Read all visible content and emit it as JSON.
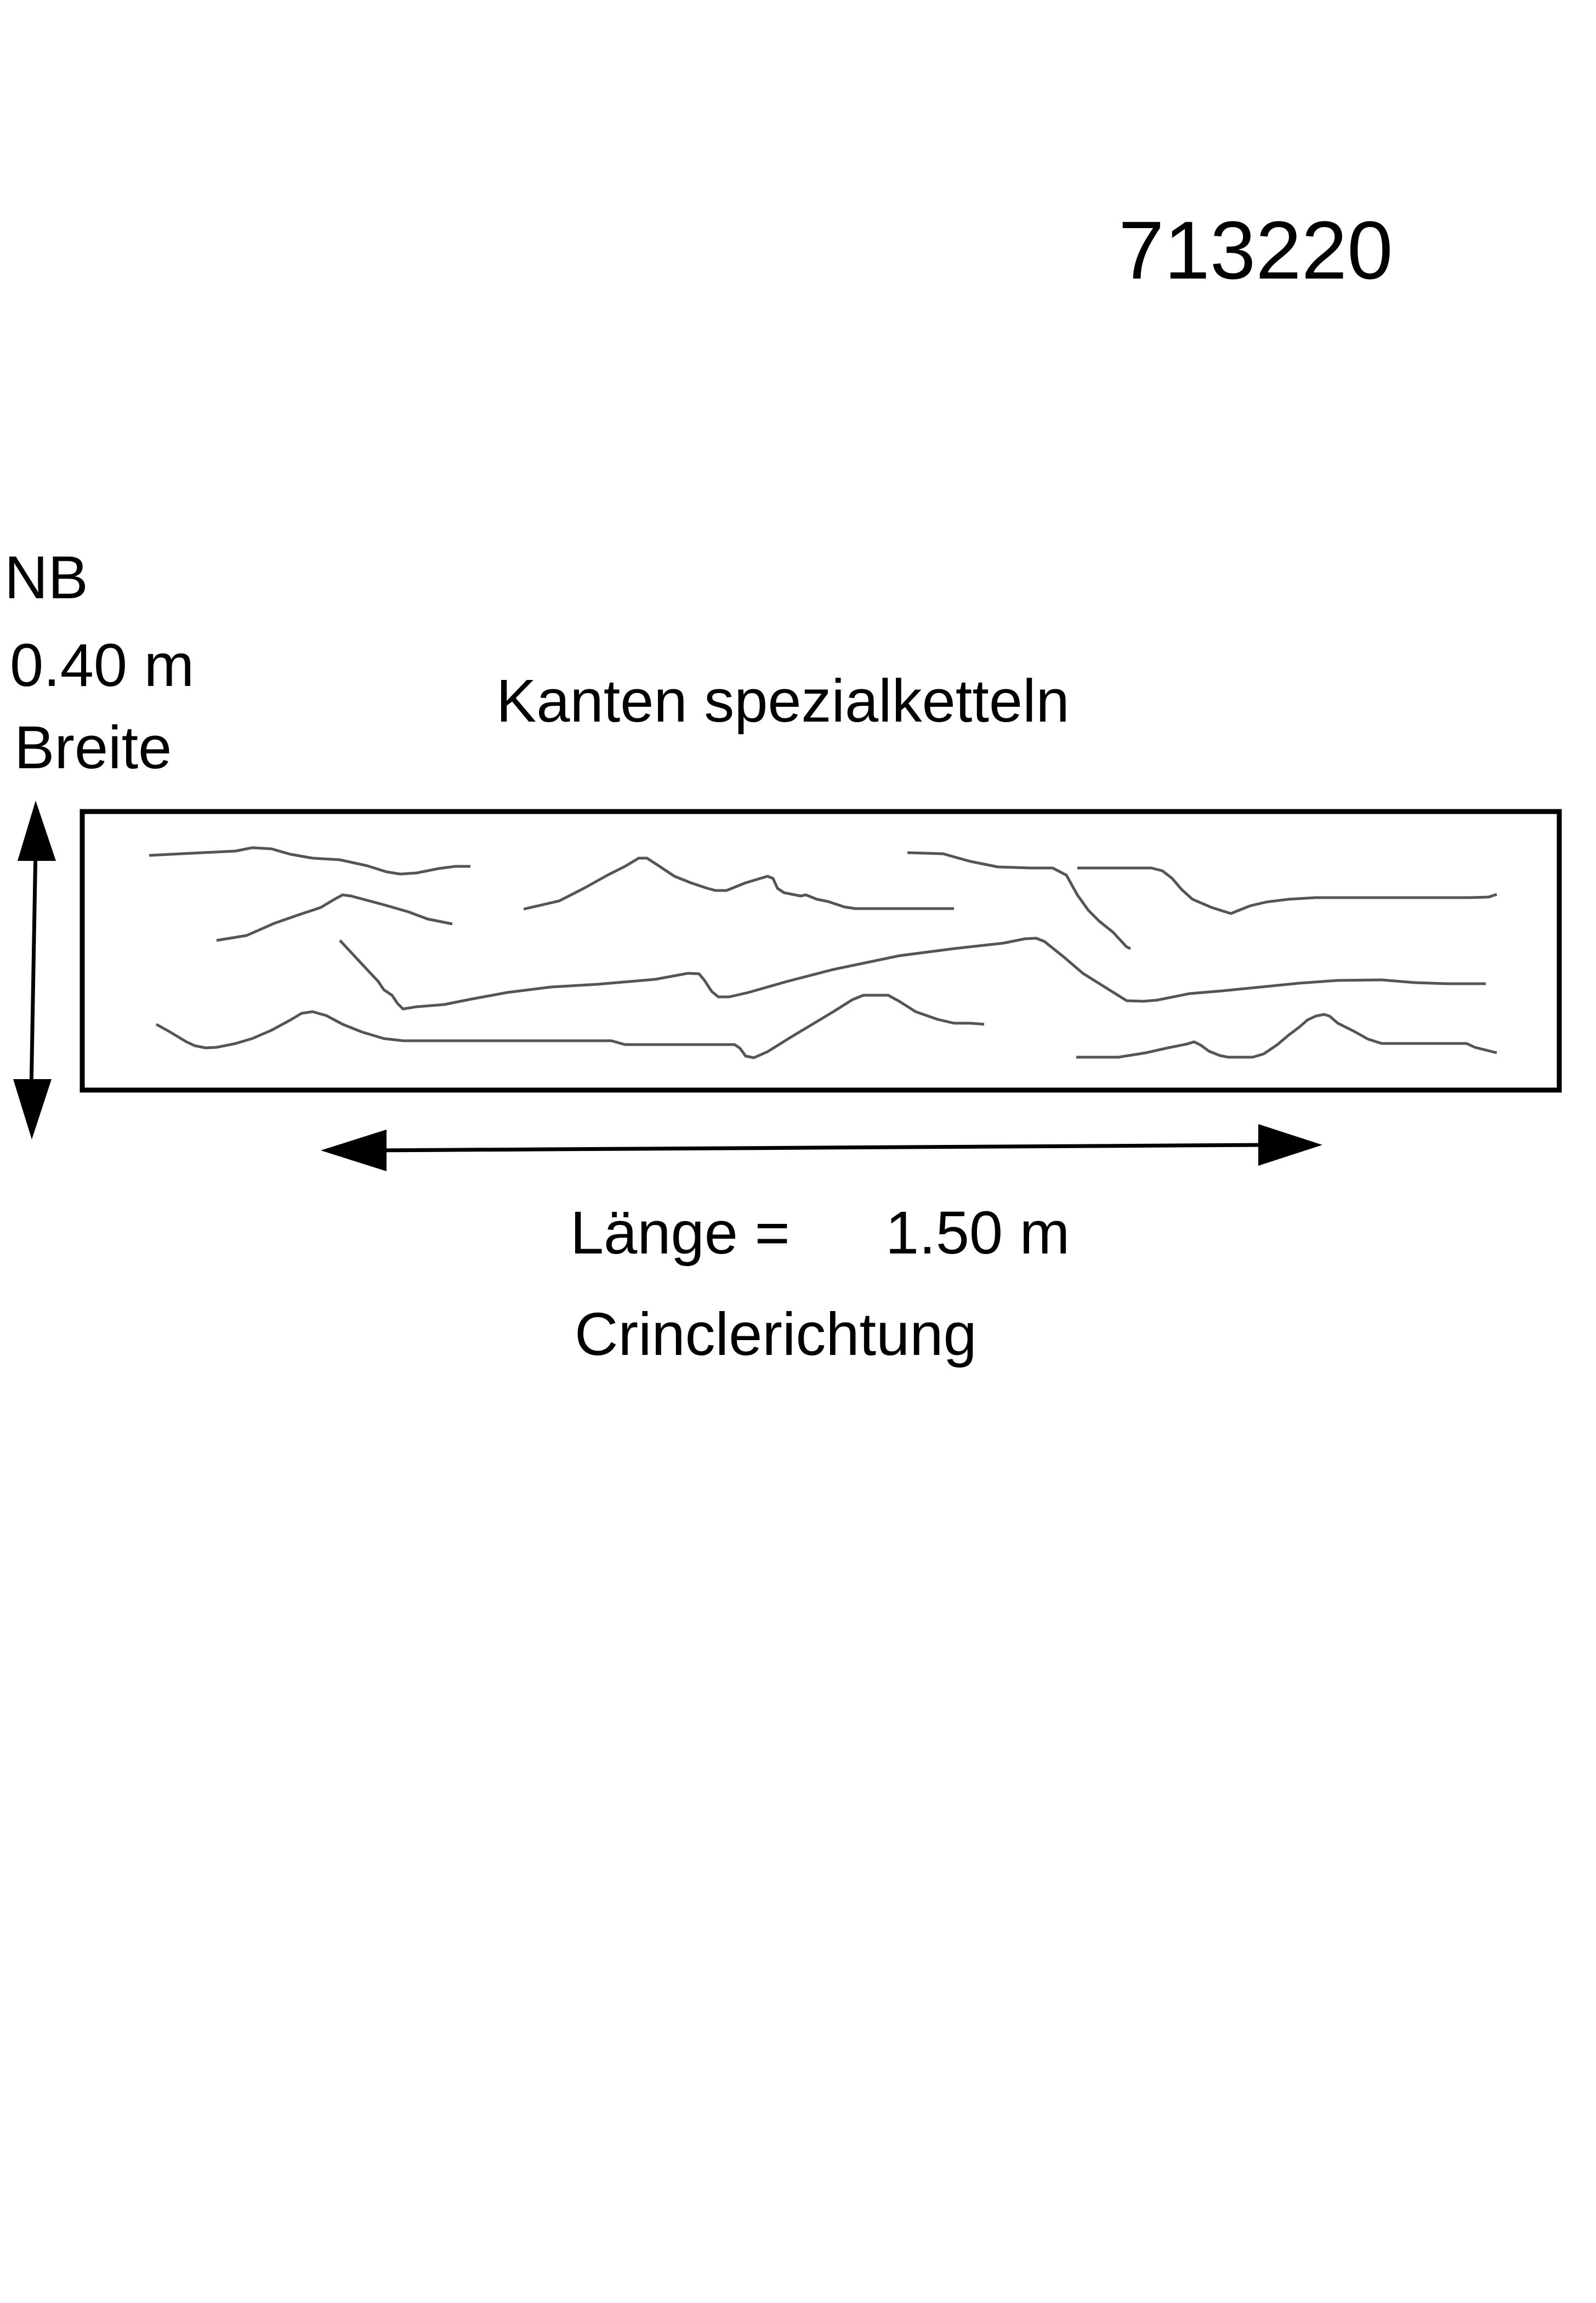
{
  "article_number": "713220",
  "width": {
    "code": "NB",
    "value": "0.40 m",
    "label": "Breite"
  },
  "sample": {
    "title": "Kanten spezialketteln"
  },
  "length": {
    "label": "Länge =",
    "value": "1.50 m",
    "direction_label": "Crinclerichtung"
  },
  "colors": {
    "outline": "#000000",
    "crinkle_lines": "#555555"
  }
}
